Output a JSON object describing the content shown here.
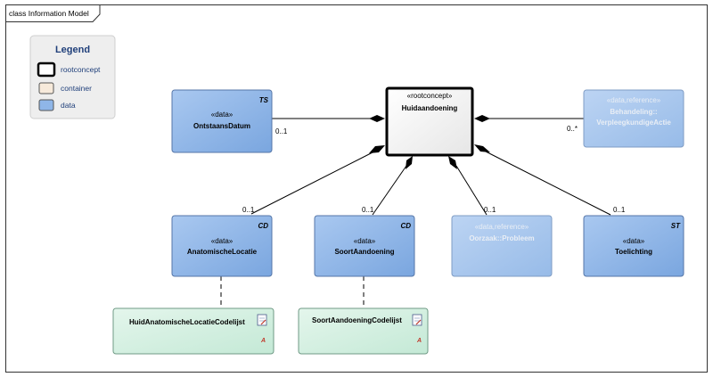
{
  "frame": {
    "title": "class Information Model"
  },
  "legend": {
    "title": "Legend",
    "items": [
      "rootconcept",
      "container",
      "data"
    ]
  },
  "root": {
    "stereotype": "«rootconcept»",
    "name": "Huidaandoening"
  },
  "nodes": {
    "ontstaansdatum": {
      "stereotype": "«data»",
      "name": "OntstaansDatum",
      "tag": "TS",
      "multiplicity": "0..1"
    },
    "behandeling": {
      "stereotype": "«data,reference»",
      "name_line1": "Behandeling::",
      "name_line2": "VerpleegkundigeActie",
      "multiplicity": "0..*"
    },
    "anatomische": {
      "stereotype": "«data»",
      "name": "AnatomischeLocatie",
      "tag": "CD",
      "multiplicity": "0..1"
    },
    "soort": {
      "stereotype": "«data»",
      "name": "SoortAandoening",
      "tag": "CD",
      "multiplicity": "0..1"
    },
    "oorzaak": {
      "stereotype": "«data,reference»",
      "name": "Oorzaak::Probleem",
      "multiplicity": "0..1"
    },
    "toelichting": {
      "stereotype": "«data»",
      "name": "Toelichting",
      "tag": "ST",
      "multiplicity": "0..1"
    }
  },
  "codelists": {
    "huid": {
      "name": "HuidAnatomischeLocatieCodelijst",
      "marker": "A"
    },
    "soort": {
      "name": "SoortAandoeningCodelijst",
      "marker": "A"
    }
  },
  "colors": {
    "data_fill": "#8fb6e8",
    "data_fill_light": "#bcd5f3",
    "codelist_fill": "#cfeee0",
    "legend_bg": "#eeeeee",
    "container": "#f7eadb"
  }
}
